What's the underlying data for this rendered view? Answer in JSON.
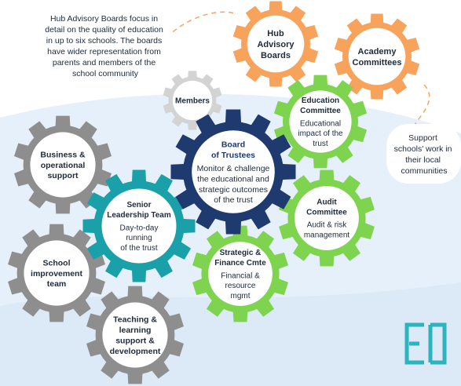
{
  "callouts": {
    "hub_info": [
      "Hub Advisory Boards focus in",
      "detail on the quality of education",
      "in up to six schools. The boards",
      "have wider representation from",
      "parents and members of the",
      "school community"
    ],
    "support_info": [
      "Support",
      "schools' work in",
      "their local",
      "communities"
    ]
  },
  "gears": {
    "hub_boards": {
      "title": [
        "Hub",
        "Advisory",
        "Boards"
      ],
      "body": [],
      "color": "#f7a35c"
    },
    "academy_committees": {
      "title": [
        "Academy",
        "Committees"
      ],
      "body": [],
      "color": "#f7a35c"
    },
    "members": {
      "title": [
        "Members"
      ],
      "body": [],
      "color": "#d3d3d3"
    },
    "education_committee": {
      "title": [
        "Education",
        "Committee"
      ],
      "body": [
        "Educational",
        "impact of the",
        "trust"
      ],
      "color": "#7ed34f"
    },
    "board_of_trustees": {
      "title": [
        "Board",
        "of Trustees"
      ],
      "body": [
        "Monitor & challenge",
        "the educational and",
        "strategic outcomes",
        "of the trust"
      ],
      "color": "#1f3a6e"
    },
    "business_support": {
      "title": [
        "Business &",
        "operational",
        "support"
      ],
      "body": [],
      "color": "#8e8e8e"
    },
    "senior_leadership": {
      "title": [
        "Senior",
        "Leadership Team"
      ],
      "body": [
        "Day-to-day",
        "running",
        "of the trust"
      ],
      "color": "#1aa0a8"
    },
    "audit_committee": {
      "title": [
        "Audit",
        "Committee"
      ],
      "body": [
        "Audit & risk",
        "management"
      ],
      "color": "#7ed34f"
    },
    "school_improvement": {
      "title": [
        "School",
        "improvement",
        "team"
      ],
      "body": [],
      "color": "#8e8e8e"
    },
    "strategic_finance": {
      "title": [
        "Strategic &",
        "Finance Cmte"
      ],
      "body": [
        "Financial &",
        "resource",
        "mgmt"
      ],
      "color": "#7ed34f"
    },
    "teaching_learning": {
      "title": [
        "Teaching  &",
        "learning",
        "support &",
        "development"
      ],
      "body": [],
      "color": "#8e8e8e"
    }
  },
  "colors": {
    "background_blue": "#e6f0fa",
    "logo": "#2bb3c0",
    "dashed_line": "#f7a35c"
  },
  "logo": {
    "icon": "fe-logo-icon"
  }
}
